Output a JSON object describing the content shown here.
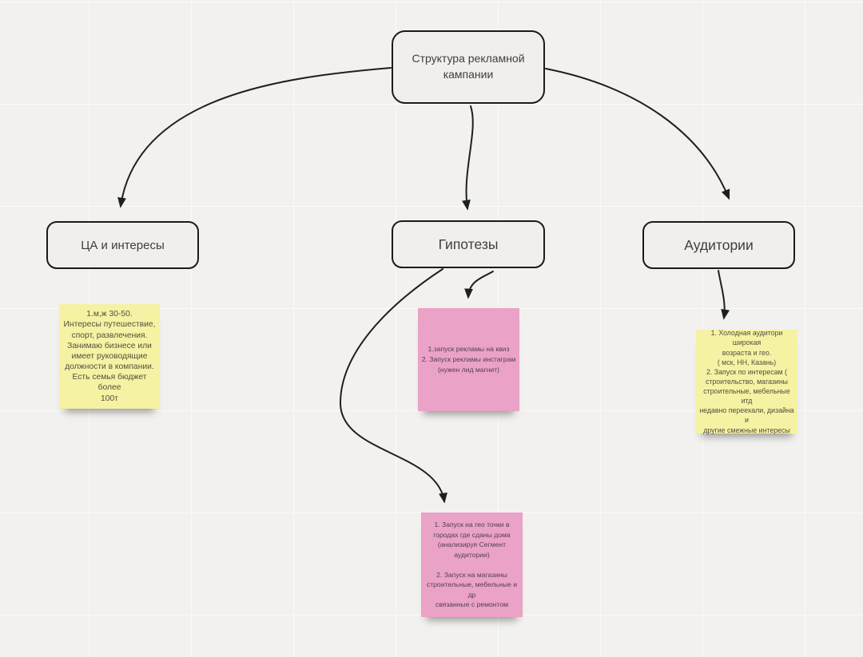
{
  "board": {
    "background_color": "#f2f1ef",
    "grid_line_color": "#fafaf9",
    "connector_color": "#1f1f1f",
    "node_fill_color": "#f0efed",
    "node_border_color": "#1a1a1a",
    "sticky_yellow_color": "#f6f2a3",
    "sticky_pink_color": "#eaa2c6"
  },
  "nodes": {
    "root": {
      "label": "Структура рекламной кампании"
    },
    "ca": {
      "label": "ЦА  и интересы"
    },
    "hypotheses": {
      "label": "Гипотезы"
    },
    "audiences": {
      "label": "Аудитории"
    }
  },
  "stickies": {
    "ca_note": {
      "color": "#f6f2a3",
      "text": "1.м,ж 30-50.\nИнтересы путешествие,\nспорт, развлечения.\nЗанимаю бизнесе или\nимеет руководящие\nдолжности в компании.\nЕсть семья бюджет более\n100т"
    },
    "hypotheses_note": {
      "color": "#eaa2c6",
      "text": "1.запуск рекламы на квиз\n2. Запуск рекламы инстаграм\n(нужен лид магнит)"
    },
    "audiences_note": {
      "color": "#f6f2a3",
      "text": "1. Холодная аудитори широкая\nвозраста и гео.\n( мск, НН, Казань)\n2. Запуск по интересам (\nстроительство, магазины\nстроительные, мебельные итд\nнедавно переехали, дизайна и\nдругие смежные интересы"
    },
    "geo_note": {
      "color": "#eaa2c6",
      "text": "1. Запуск на гео точки в\nгородах где сданы дома\n(анализируя Сегмент\nаудитории)\n\n2. Запуск на магазины\nстроительные, мебельные и др\nсвязанные с ремонтом"
    }
  },
  "connectors": [
    {
      "from": "root",
      "to": "ca"
    },
    {
      "from": "root",
      "to": "hypotheses"
    },
    {
      "from": "root",
      "to": "audiences"
    },
    {
      "from": "hypotheses",
      "to": "hypotheses_note"
    },
    {
      "from": "hypotheses",
      "to": "geo_note"
    },
    {
      "from": "audiences",
      "to": "audiences_note"
    }
  ]
}
